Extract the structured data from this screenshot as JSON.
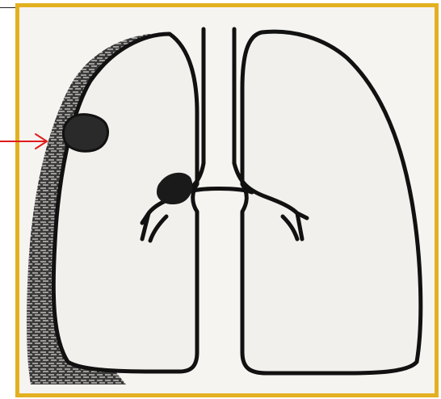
{
  "figure": {
    "frame_color": "#e3b020",
    "paper_color": "#f6f4f1",
    "ink_color": "#111111",
    "arrow_color": "#e01b1b",
    "pointer": {
      "icon": "red-arrow-icon"
    },
    "structures": [
      "right-lung-outline",
      "left-lung-outline",
      "trachea",
      "bronchial-tree",
      "pleural-thickening",
      "pleural-nodule",
      "hilar-node"
    ]
  }
}
